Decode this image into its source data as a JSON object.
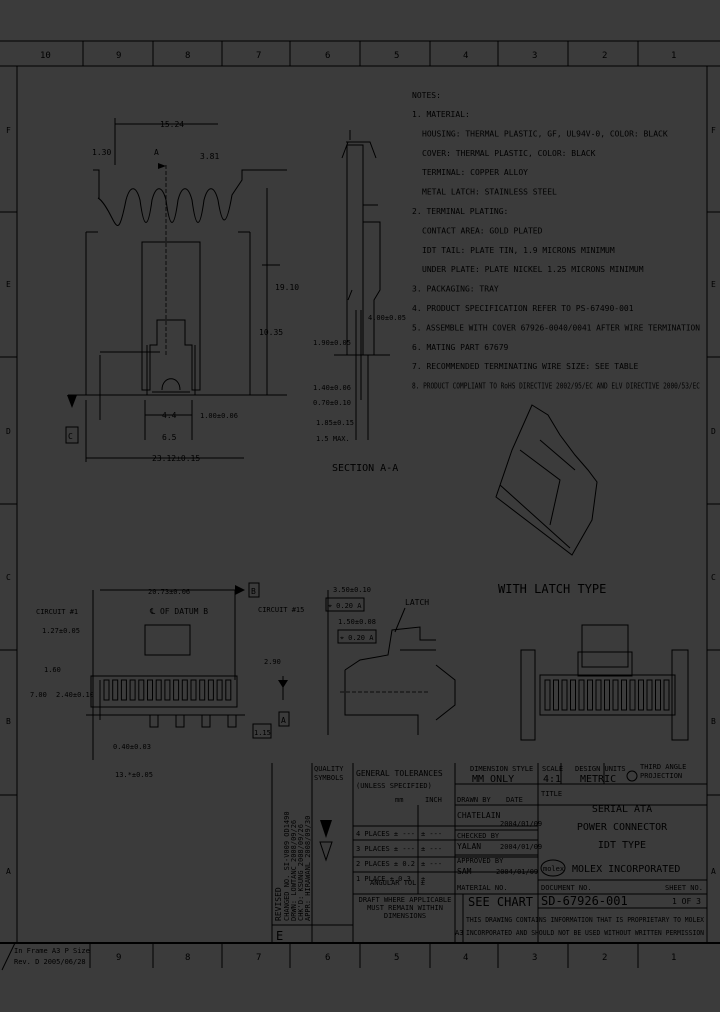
{
  "frame": {
    "column_labels_top": [
      "10",
      "9",
      "8",
      "7",
      "6",
      "5",
      "4",
      "3",
      "2",
      "1"
    ],
    "column_labels_bottom": [
      "9",
      "8",
      "7",
      "6",
      "5",
      "4",
      "3",
      "2",
      "1"
    ],
    "row_labels": [
      "F",
      "E",
      "D",
      "C",
      "B",
      "A"
    ],
    "frame_note_line1": "In Frame A3 P Size",
    "frame_note_line2": "Rev. D 2005/06/28"
  },
  "top_view": {
    "dims": [
      "15.24",
      "1.30",
      "3.81",
      "19.10",
      "10.35",
      "4.4",
      "6.5",
      "1.00±0.06",
      "23.12±0.15"
    ],
    "section_marker": "A",
    "datum": "C"
  },
  "section_view": {
    "dims": [
      "1.90±0.05",
      "4.00±0.05",
      "1.40±0.06",
      "0.70±0.10",
      "1.85±0.15",
      "1.5 MAX."
    ],
    "title": "SECTION A-A"
  },
  "notes": {
    "heading": "NOTES:",
    "lines": [
      "1. MATERIAL:",
      "HOUSING: THERMAL PLASTIC, GF, UL94V-0, COLOR: BLACK",
      "COVER: THERMAL PLASTIC, COLOR: BLACK",
      "TERMINAL: COPPER ALLOY",
      "METAL LATCH: STAINLESS STEEL",
      "2. TERMINAL PLATING:",
      "CONTACT AREA: GOLD PLATED",
      "IDT TAIL: PLATE TIN, 1.9 MICRONS MINIMUM",
      "UNDER PLATE: PLATE NICKEL 1.25 MICRONS MINIMUM",
      "3. PACKAGING: TRAY",
      "4. PRODUCT SPECIFICATION REFER TO PS-67490-001",
      "5. ASSEMBLE WITH COVER 67926-0040/0041 AFTER WIRE TERMINATION",
      "6. MATING PART 67679",
      "7. RECOMMENDED TERMINATING WIRE SIZE: SEE TABLE",
      "8. PRODUCT COMPLIANT TO RoHS DIRECTIVE 2002/95/EC AND ELV DIRECTIVE 2000/53/EC"
    ]
  },
  "iso_view": {
    "caption": "WITH LATCH TYPE"
  },
  "front_view": {
    "dims": [
      "20.73±0.06",
      "1.27±0.05",
      "1.60",
      "7.00",
      "2.40±0.10",
      "2.90",
      "0.40±0.03",
      "1.15",
      "13.*±0.05"
    ],
    "labels": [
      "CIRCUIT #1",
      "℄ OF DATUM B",
      "CIRCUIT #15"
    ],
    "datums": [
      "B",
      "A"
    ]
  },
  "side_view": {
    "dims": [
      "3.50±0.10",
      "1.50±0.08"
    ],
    "tolerances": [
      "⌖ 0.20 A",
      "⌖ 0.20 A"
    ],
    "latch_label": "LATCH"
  },
  "title_block": {
    "revision_label": "REVISED",
    "revision_letter": "E",
    "revision_lines": [
      "CHANGED NO. SI-V009 OD1490",
      "DRWN: LOWTANC 2008/09/26",
      "CHK'D: KSUNG 2008/09/26",
      "APPR: HIRAWANL 2008/09/30"
    ],
    "quality_symbols": "QUALITY SYMBOLS",
    "general_tolerances": "GENERAL TOLERANCES",
    "unless_specified": "(UNLESS SPECIFIED)",
    "unit_mm": "mm",
    "unit_inch": "INCH",
    "tolerance_rows": [
      "4 PLACES ± ---",
      "3 PLACES ± ---",
      "2 PLACES ± 0.2",
      "1 PLACE ± 0.3"
    ],
    "tolerance_inch": [
      "± ---",
      "± ---",
      "± ---",
      "±"
    ],
    "angular": "ANGULAR TOL ±",
    "draft": "DRAFT WHERE APPLICABLE MUST REMAIN WITHIN DIMENSIONS",
    "dimension_style_label": "DIMENSION STYLE",
    "dimension_style": "MM ONLY",
    "scale_label": "SCALE",
    "scale": "4:1",
    "design_units_label": "DESIGN UNITS",
    "design_units": "METRIC",
    "projection": "THIRD ANGLE PROJECTION",
    "drawn_by_label": "DRAWN BY",
    "drawn_by": "CHATELAIN",
    "drawn_date": "2004/01/09",
    "checked_by_label": "CHECKED BY",
    "checked_by": "YALAN",
    "checked_date": "2004/01/09",
    "approved_by_label": "APPROVED BY",
    "approved_by": "SAM",
    "approved_date": "2004/01/09",
    "date_label": "DATE",
    "title_label": "TITLE",
    "title_lines": [
      "SERIAL ATA",
      "POWER CONNECTOR",
      "IDT TYPE"
    ],
    "company_logo": "molex",
    "company": "MOLEX INCORPORATED",
    "material_no_label": "MATERIAL NO.",
    "material_no": "SEE CHART",
    "document_no_label": "DOCUMENT NO.",
    "document_no": "SD-67926-001",
    "sheet_no_label": "SHEET NO.",
    "sheet_no": "1 OF 3",
    "size": "A3",
    "proprietary": [
      "THIS DRAWING CONTAINS INFORMATION THAT IS PROPRIETARY TO MOLEX",
      "INCORPORATED AND SHOULD NOT BE USED WITHOUT WRITTEN PERMISSION"
    ]
  }
}
